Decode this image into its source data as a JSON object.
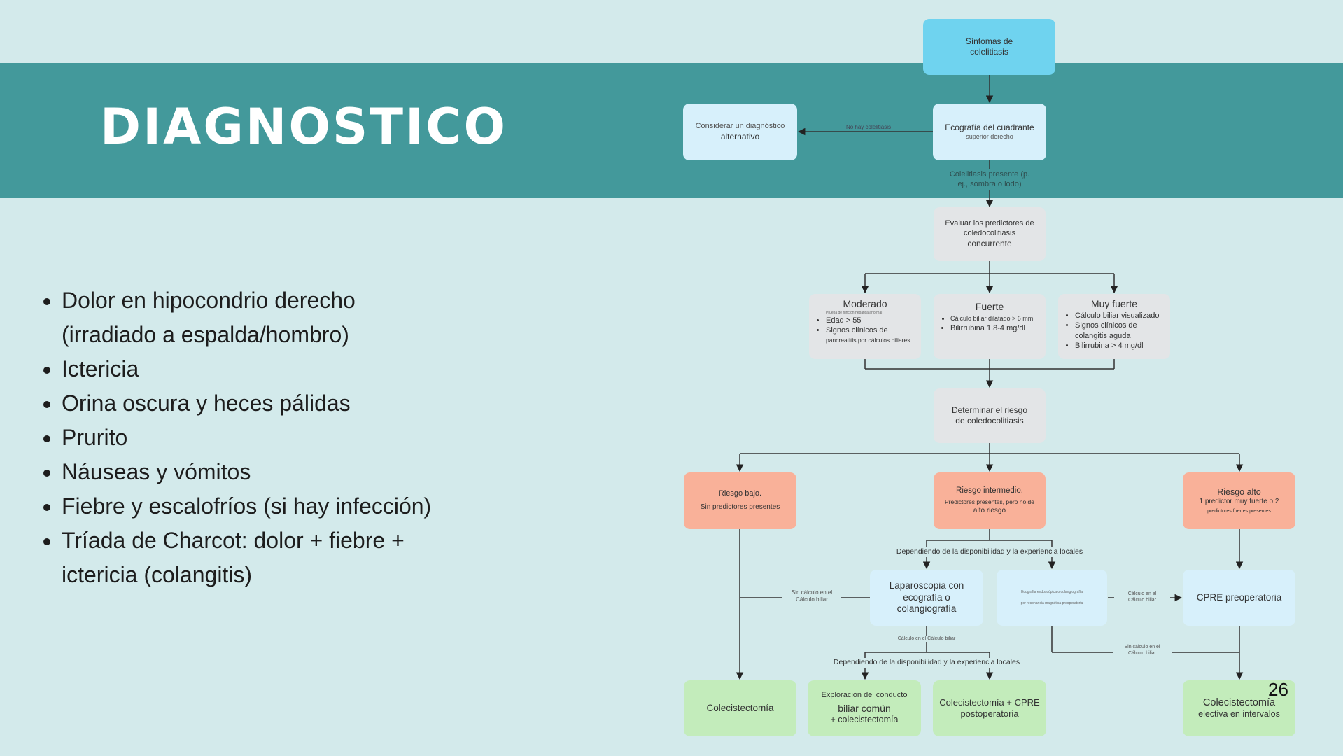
{
  "slide": {
    "title": "DIAGNOSTICO",
    "page_number": "26",
    "bullets": [
      "Dolor en hipocondrio derecho (irradiado a espalda/hombro)",
      "Ictericia",
      "Orina oscura y heces pálidas",
      "Prurito",
      "Náuseas y vómitos",
      "Fiebre y escalofríos (si hay infección)",
      "Tríada de Charcot: dolor + fiebre + ictericia (colangitis)"
    ]
  },
  "flowchart": {
    "start": {
      "l1": "Síntomas de",
      "l2": "colelitiasis"
    },
    "eco": {
      "l1": "Ecografía del cuadrante",
      "l2": "superior derecho"
    },
    "alt": {
      "l1": "Considerar un diagnóstico",
      "l2": "alternativo"
    },
    "no_stones_label": "No hay colelitiasis",
    "stones_label": {
      "l1": "Colelitiasis presente (p.",
      "l2": "ej., sombra o lodo)"
    },
    "evaluate": {
      "l1": "Evaluar los predictores de",
      "l2": "coledocolitiasis",
      "l3": "concurrente"
    },
    "moderado": {
      "title": "Moderado",
      "items": [
        "Prueba de función hepática anormal",
        "Edad > 55",
        "Signos clínicos de",
        "pancreatitis por cálculos biliares"
      ]
    },
    "fuerte": {
      "title": "Fuerte",
      "items": [
        "Cálculo biliar dilatado > 6 mm",
        "Bilirrubina 1.8-4 mg/dl"
      ]
    },
    "muy_fuerte": {
      "title": "Muy fuerte",
      "items": [
        "Cálculo biliar visualizado",
        "Signos clínicos de colangitis aguda",
        "Bilirrubina > 4 mg/dl"
      ]
    },
    "risk": {
      "l1": "Determinar el riesgo",
      "l2": "de coledocolitiasis"
    },
    "low": {
      "l1": "Riesgo bajo.",
      "l2": "Sin predictores presentes"
    },
    "mid": {
      "l1": "Riesgo intermedio.",
      "l2": "Predictores presentes, pero no de",
      "l3": "alto riesgo"
    },
    "high": {
      "l1": "Riesgo alto",
      "l2": "1 predictor muy fuerte o 2",
      "l3": "predictores fuertes presentes"
    },
    "depends_label": "Dependiendo de la disponibilidad y la experiencia locales",
    "laparo": {
      "l1": "Laparoscopia con",
      "l2": "ecografía o",
      "l3": "colangiografía"
    },
    "eus": {
      "l1": "Ecografía endoscópica o colangiografía",
      "l2": "por resonancia magnética preoperatoria"
    },
    "cpre_pre": "CPRE preoperatoria",
    "no_stone_left": {
      "l1": "Sin cálculo en el",
      "l2": "Cálculo biliar"
    },
    "stone_right": {
      "l1": "Cálculo en el",
      "l2": "Cálculo biliar"
    },
    "stone_below": "Cálculo en el Cálculo biliar",
    "no_stone_right": {
      "l1": "Sin cálculo en el",
      "l2": "Cálculo biliar"
    },
    "colecist": "Colecistectomía",
    "explor": {
      "l1": "Exploración del conducto",
      "l2": "biliar común",
      "l3": "+ colecistectomía"
    },
    "cpre_post": {
      "l1": "Colecistectomía + CPRE",
      "l2": "postoperatoria"
    },
    "electiva": {
      "l1": "Colecistectomía",
      "l2": "electiva en intervalos"
    }
  }
}
